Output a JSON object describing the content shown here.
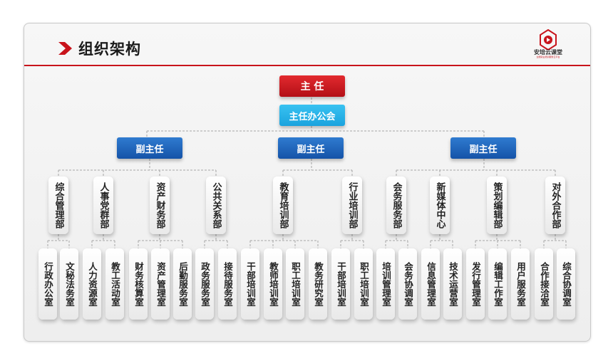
{
  "header": {
    "title": "组织架构",
    "logo_text": "安培云课堂",
    "logo_sub": "全能职业培训服务云平台"
  },
  "org": {
    "director": "主 任",
    "office": "主任办公会",
    "deputies": [
      "副主任",
      "副主任",
      "副主任"
    ],
    "departments": [
      "综合管理部",
      "人事党群部",
      "资产财务部",
      "公共关系部",
      "教育培训部",
      "行业培训部",
      "会务服务部",
      "新媒体中心",
      "策划编辑部",
      "对外合作部"
    ],
    "offices": [
      "行政办公室",
      "文秘法务室",
      "人力资源室",
      "教工活动室",
      "财务核算室",
      "资产管理室",
      "后勤服务室",
      "政务服务室",
      "接待服务室",
      "干部培训室",
      "教师培训室",
      "职工培训室",
      "教务研究室",
      "干部培训室",
      "职工培训室",
      "培训管理室",
      "会务协调室",
      "信息管理室",
      "技术运营室",
      "发行管理室",
      "编辑工作室",
      "用户服务室",
      "合作接洽室",
      "综合协调室"
    ]
  },
  "colors": {
    "director": "#c8141c",
    "office": "#1ba3de",
    "deputy": "#1a5fb4",
    "accent": "#c8141c"
  }
}
